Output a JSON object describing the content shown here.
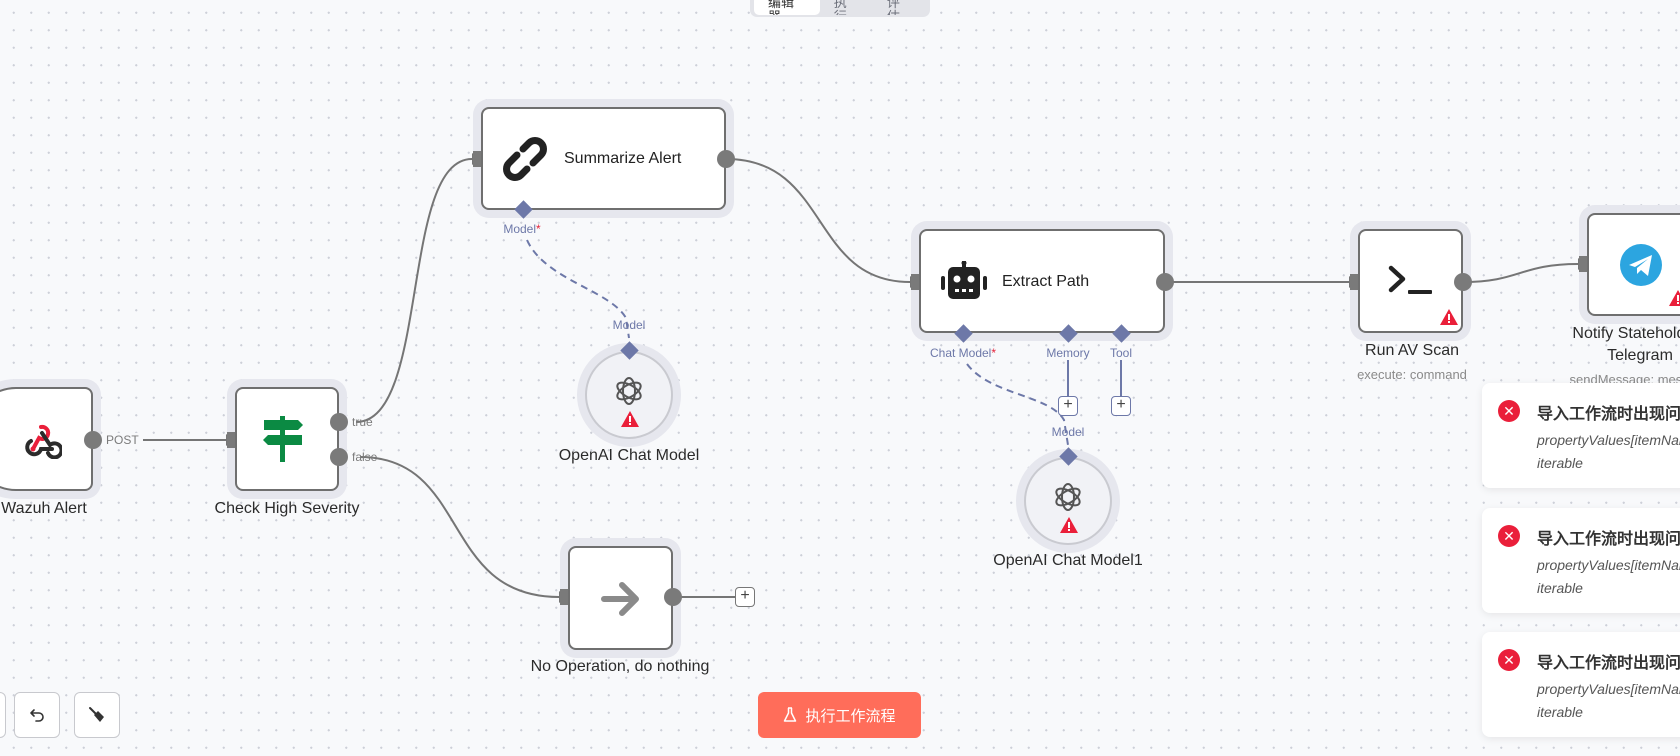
{
  "tabs": [
    {
      "label": "编辑器",
      "active": true
    },
    {
      "label": "执行"
    },
    {
      "label": "评估"
    }
  ],
  "nodes": {
    "wazuh": {
      "label": "Wazuh Alert",
      "output": "POST",
      "icon": "webhook-icon"
    },
    "check": {
      "label": "Check High Severity",
      "outputs": [
        "true",
        "false"
      ],
      "icon": "signpost-icon"
    },
    "summarize": {
      "label": "Summarize Alert",
      "port": "Model",
      "required": "*",
      "icon": "chain-link-icon"
    },
    "openai1": {
      "label": "OpenAI Chat Model",
      "port": "Model",
      "icon": "openai-icon",
      "warning": true
    },
    "extract": {
      "label": "Extract Path",
      "ports": [
        "Chat Model",
        "Memory",
        "Tool"
      ],
      "required": "*",
      "icon": "robot-icon"
    },
    "openai2": {
      "label": "OpenAI Chat Model1",
      "port": "Model",
      "icon": "openai-icon",
      "warning": true
    },
    "noop": {
      "label": "No Operation, do nothing",
      "icon": "arrow-right-icon"
    },
    "runav": {
      "label": "Run AV Scan",
      "subtitle": "execute: command",
      "icon": "terminal-icon",
      "warning": true
    },
    "telegram": {
      "label": "Notify Stateholders",
      "label2": "Telegram",
      "subtitle": "sendMessage: message",
      "icon": "telegram-icon",
      "warning": true
    }
  },
  "toasts": [
    {
      "title": "导入工作流时出现问题",
      "body1": "propertyValues[itemName] is not",
      "body2": "iterable"
    },
    {
      "title": "导入工作流时出现问题",
      "body1": "propertyValues[itemName] is not",
      "body2": "iterable"
    },
    {
      "title": "导入工作流时出现问题",
      "body1": "propertyValues[itemName] is not",
      "body2": "iterable"
    }
  ],
  "execute_button": {
    "label": "执行工作流程"
  },
  "colors": {
    "accent": "#ff6d5a",
    "error": "#ea1f3a",
    "ai_port": "#6d78a8",
    "telegram": "#2ca5e0",
    "if_green": "#0b8a43"
  }
}
